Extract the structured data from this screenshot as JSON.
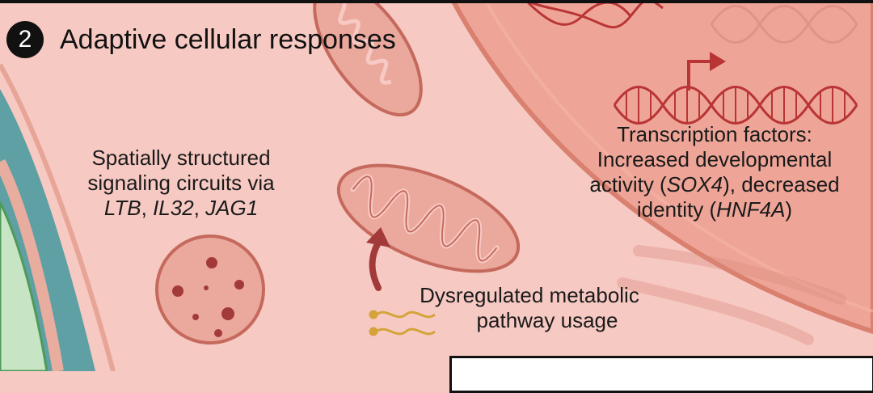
{
  "step_number": "2",
  "title": "Adaptive cellular responses",
  "labels": {
    "signaling": {
      "line1": "Spatially structured",
      "line2": "signaling circuits via",
      "gene1": "LTB",
      "sep1": ", ",
      "gene2": "IL32",
      "sep2": ", ",
      "gene3": "JAG1"
    },
    "transcription": {
      "line1": "Transcription factors:",
      "line2": "Increased developmental",
      "line3_pre": "activity (",
      "gene1": "SOX4",
      "line3_post": "), decreased",
      "line4_pre": "identity (",
      "gene2": "HNF4A",
      "line4_post": ")"
    },
    "metabolic": {
      "line1": "Dysregulated metabolic",
      "line2": "pathway usage"
    }
  },
  "colors": {
    "cell_fill": "#f7c9c3",
    "nucleus_fill": "#eea597",
    "mito_fill": "#eba89d",
    "mito_stroke": "#c5695c",
    "dna": "#b93535",
    "arrow": "#a33a3a",
    "vessel_teal": "#5fa0a4",
    "vessel_green": "#c7e5c4",
    "metabolite": "#d4a33a"
  }
}
